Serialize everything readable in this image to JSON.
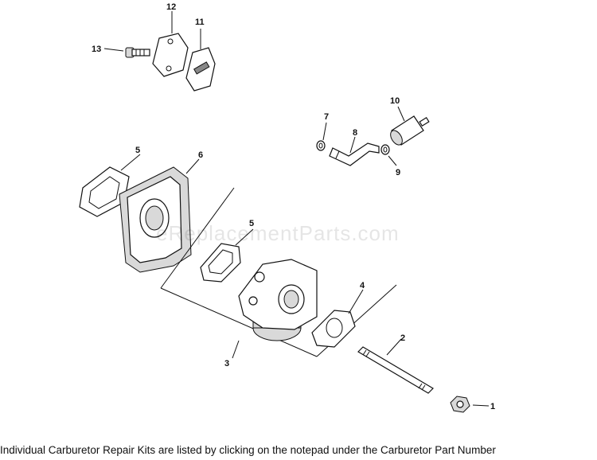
{
  "watermark": "eReplacementParts.com",
  "caption": "Individual Carburetor Repair Kits are listed by clicking on the notepad under the Carburetor Part Number",
  "callouts": {
    "c1": "1",
    "c2": "2",
    "c3": "3",
    "c4": "4",
    "c5a": "5",
    "c5b": "5",
    "c6": "6",
    "c7": "7",
    "c8": "8",
    "c9": "9",
    "c10": "10",
    "c11": "11",
    "c12": "12",
    "c13": "13"
  }
}
